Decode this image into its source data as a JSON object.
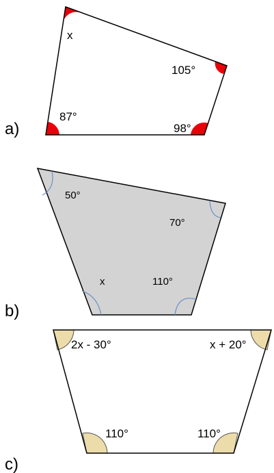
{
  "figures": [
    {
      "part_label": "a)",
      "angles": {
        "top_left": "x",
        "right": "105°",
        "bottom_left": "87°",
        "bottom_right": "98°"
      },
      "marker_color": "#e8000b"
    },
    {
      "part_label": "b)",
      "angles": {
        "top_left": "50°",
        "right": "70°",
        "bottom_left": "x",
        "bottom_right": "110°"
      },
      "fill_color": "#d3d3d3",
      "arc_color": "#6a8fc7"
    },
    {
      "part_label": "c)",
      "angles": {
        "top_left": "2x - 30°",
        "top_right": "x + 20°",
        "bottom_left": "110°",
        "bottom_right": "110°"
      },
      "marker_color": "#ecdcaa"
    }
  ]
}
